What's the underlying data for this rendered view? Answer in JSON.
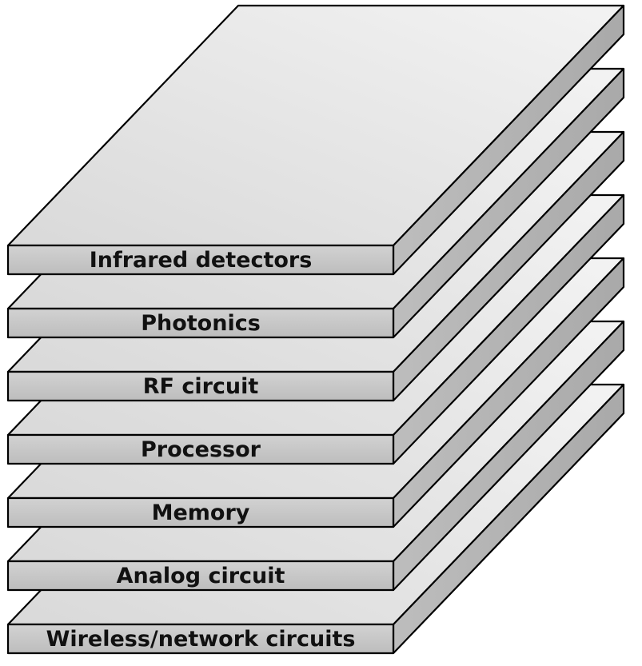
{
  "diagram": {
    "layers": [
      {
        "label": "Wireless/network circuits"
      },
      {
        "label": "Analog circuit"
      },
      {
        "label": "Memory"
      },
      {
        "label": "Processor"
      },
      {
        "label": "RF circuit"
      },
      {
        "label": "Photonics"
      },
      {
        "label": "Infrared detectors"
      }
    ]
  }
}
